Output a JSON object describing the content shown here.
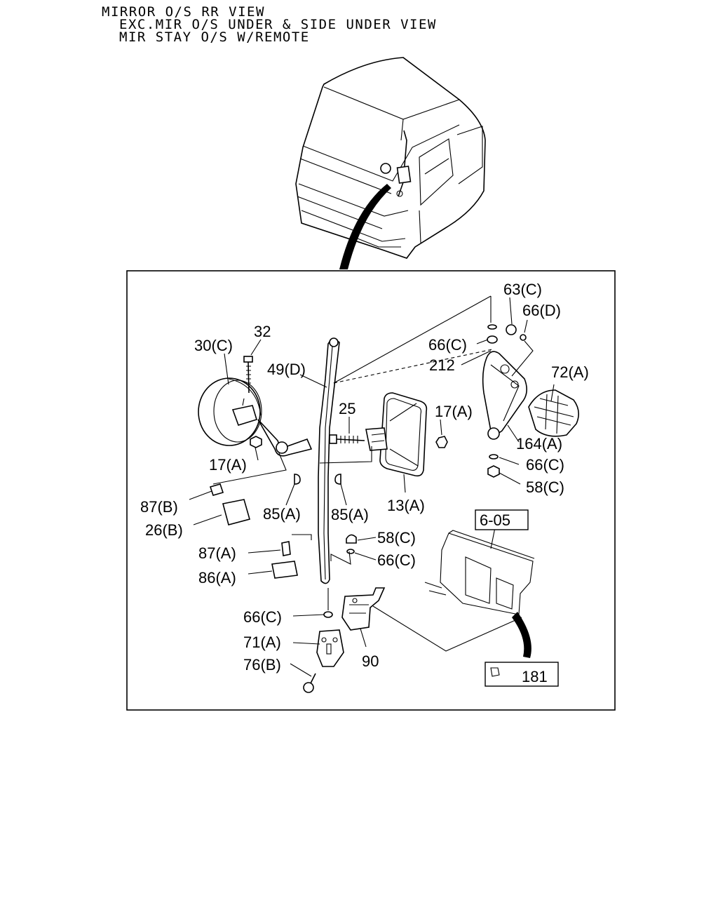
{
  "header": {
    "line1": "MIRROR O/S RR VIEW",
    "line2": "EXC.MIR O/S UNDER & SIDE UNDER VIEW",
    "line3": "MIR STAY O/S W/REMOTE"
  },
  "callouts": {
    "p63c": "63(C)",
    "p66d": "66(D)",
    "p66c_top": "66(C)",
    "p212": "212",
    "p72a": "72(A)",
    "p30c": "30(C)",
    "p32": "32",
    "p49d": "49(D)",
    "p25": "25",
    "p17a_right": "17(A)",
    "p164a": "164(A)",
    "p66c_right": "66(C)",
    "p58c_right": "58(C)",
    "p17a_left": "17(A)",
    "p87b": "87(B)",
    "p26b": "26(B)",
    "p85a_left": "85(A)",
    "p85a_right": "85(A)",
    "p13a": "13(A)",
    "p58c_mid": "58(C)",
    "p66c_mid": "66(C)",
    "p87a": "87(A)",
    "p86a": "86(A)",
    "p66c_low": "66(C)",
    "p71a": "71(A)",
    "p76b": "76(B)",
    "p90": "90",
    "ref605": "6-05",
    "ref181": "181"
  }
}
